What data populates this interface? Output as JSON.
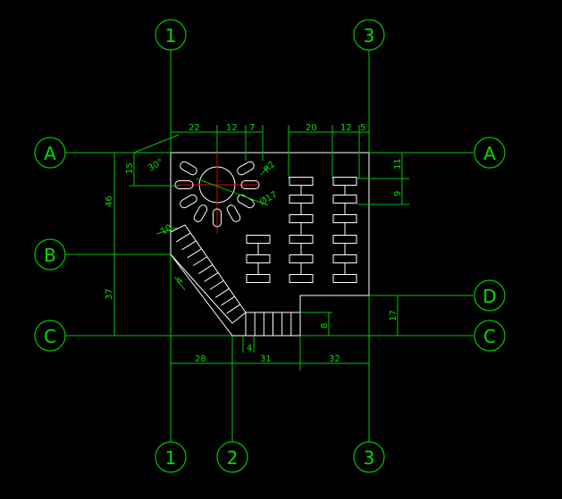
{
  "axes": {
    "columns": [
      "1",
      "2",
      "3"
    ],
    "rows": [
      "A",
      "B",
      "C",
      "D"
    ]
  },
  "dimensions": {
    "top_22": "22",
    "top_12a": "12",
    "top_7": "7",
    "top_20": "20",
    "top_12b": "12",
    "top_5": "5",
    "left_46": "46",
    "left_37": "37",
    "left_15": "15",
    "angle_30": "30°",
    "r2": "R2",
    "d17": "Ø17",
    "r_11": "11",
    "r_9": "9",
    "stair_10": "10",
    "stair_4a": "4",
    "stair_4b": "4",
    "right_17": "17",
    "right_8": "8",
    "bottom_28": "28",
    "bottom_31": "31",
    "bottom_32": "32"
  },
  "colors": {
    "grid": "#00c800",
    "text": "#00e000",
    "part": "#ffffff",
    "centerline": "#e00000",
    "background": "#000000"
  }
}
